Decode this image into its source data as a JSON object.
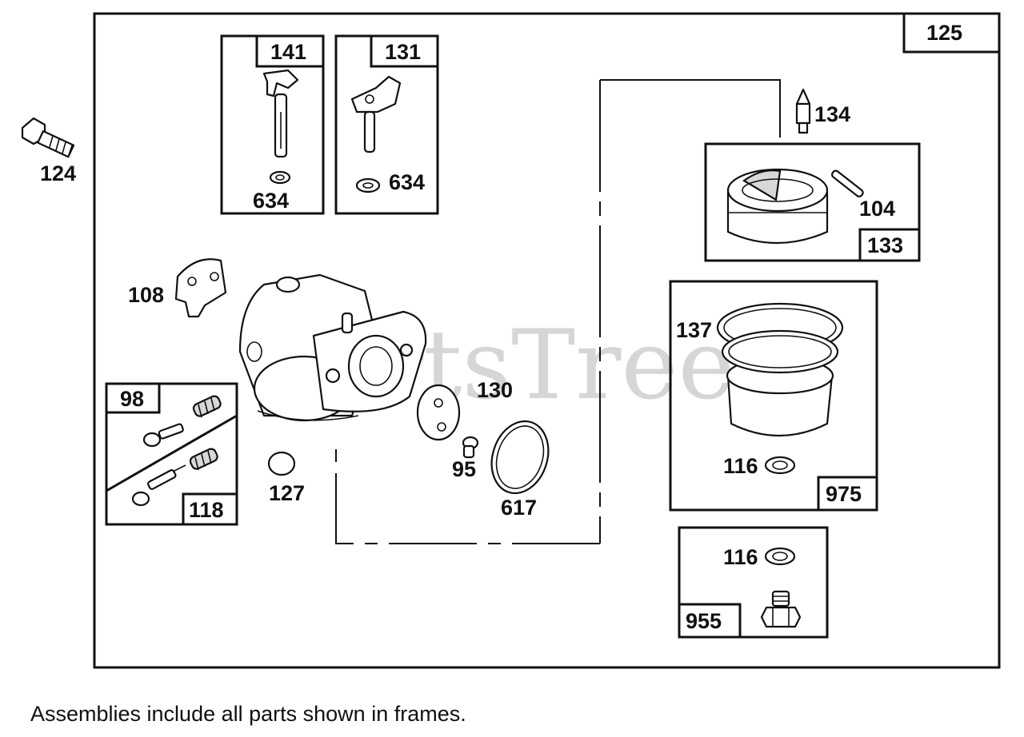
{
  "watermark": "PartsTree",
  "note": "Assemblies include all parts shown in frames.",
  "callouts": {
    "c125": "125",
    "c124": "124",
    "c141": "141",
    "c131": "131",
    "c634a": "634",
    "c634b": "634",
    "c134": "134",
    "c104": "104",
    "c133": "133",
    "c108": "108",
    "c137": "137",
    "c130": "130",
    "c98": "98",
    "c95": "95",
    "c127": "127",
    "c118": "118",
    "c617": "617",
    "c116a": "116",
    "c975": "975",
    "c116b": "116",
    "c955": "955"
  }
}
